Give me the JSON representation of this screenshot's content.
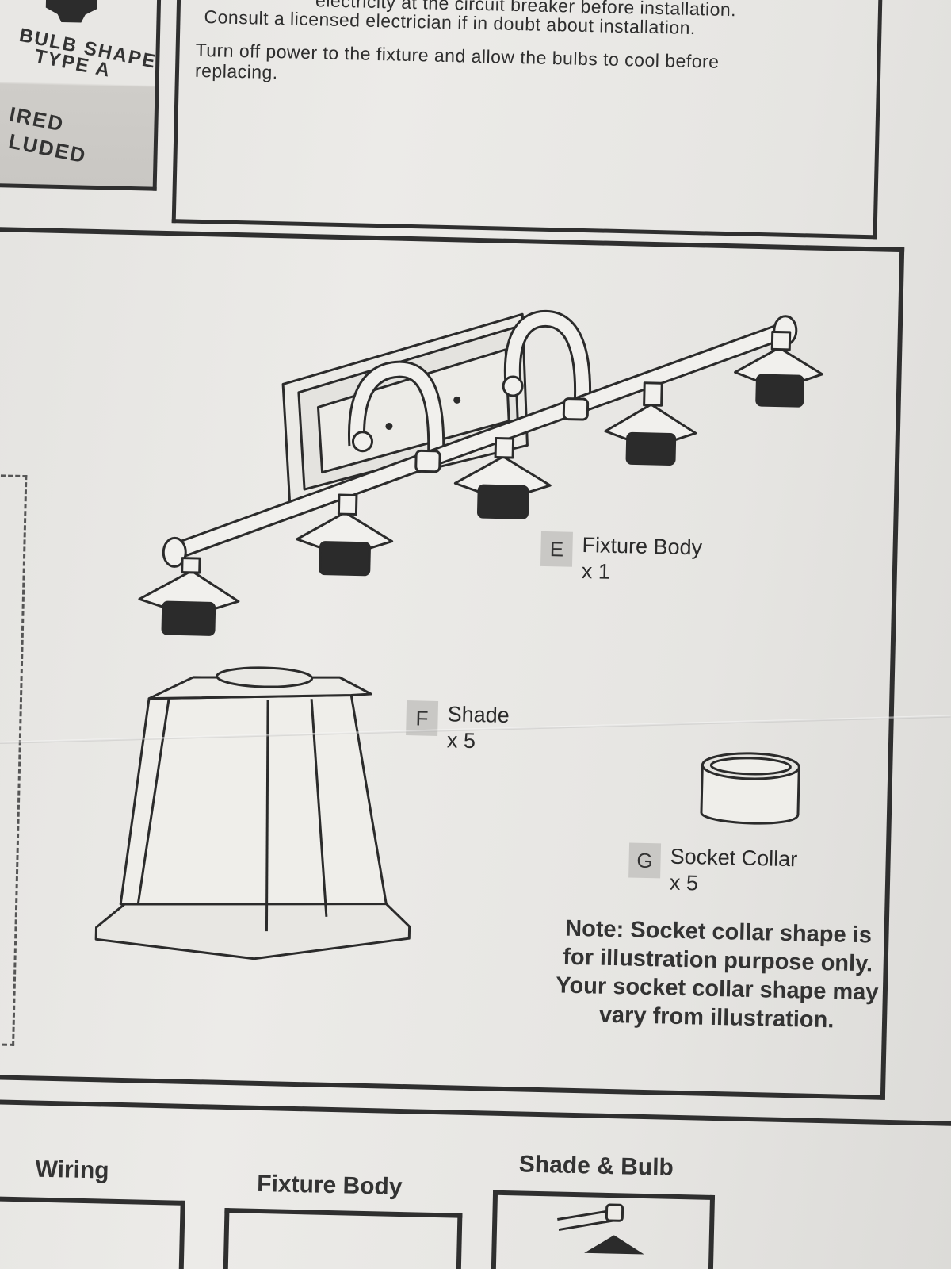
{
  "top_section": {
    "line1": "electricity at the circuit breaker before installation.",
    "line2": "Consult a licensed electrician if in doubt about installation.",
    "line3": "Turn off power to the fixture and allow the bulbs to cool before",
    "line4": "replacing."
  },
  "left_tab": {
    "line1": "BULB SHAPE",
    "line2": "TYPE A",
    "line3": "IRED",
    "line4": "LUDED"
  },
  "parts": [
    {
      "letter": "E",
      "name": "Fixture Body",
      "qty": "x 1"
    },
    {
      "letter": "F",
      "name": "Shade",
      "qty": "x 5"
    },
    {
      "letter": "G",
      "name": "Socket Collar",
      "qty": "x 5"
    }
  ],
  "note": {
    "line1": "Note: Socket collar shape is",
    "line2": "for illustration purpose only.",
    "line3": "Your socket collar shape may",
    "line4": "vary from illustration."
  },
  "bottom_sections": {
    "wiring": "Wiring",
    "fixture_body": "Fixture Body",
    "shade_bulb": "Shade & Bulb"
  }
}
